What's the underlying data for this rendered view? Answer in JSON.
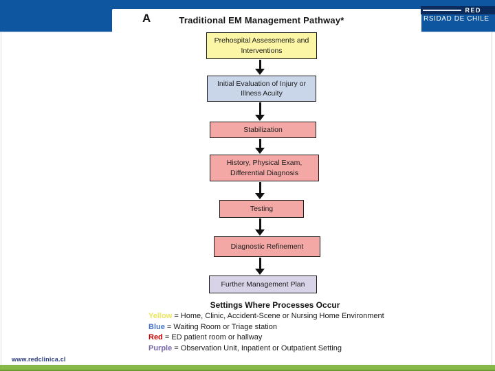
{
  "slide": {
    "label": "A",
    "title": "Traditional EM Management Pathway*"
  },
  "logo": {
    "brand": "RED",
    "subtitle": "RSIDAD DE CHILE"
  },
  "flow": {
    "boxes": [
      {
        "label": "Prehospital Assessments and Interventions",
        "fill": "#FBF6A6"
      },
      {
        "label": "Initial Evaluation of Injury or Illness Acuity",
        "fill": "#C9D6EA"
      },
      {
        "label": "Stabilization",
        "fill": "#F3A8A5"
      },
      {
        "label": "History, Physical Exam, Differential Diagnosis",
        "fill": "#F3A8A5"
      },
      {
        "label": "Testing",
        "fill": "#F3A8A5"
      },
      {
        "label": "Diagnostic Refinement",
        "fill": "#F3A8A5"
      },
      {
        "label": "Further Management Plan",
        "fill": "#D8D3E6"
      }
    ]
  },
  "legend": {
    "heading": "Settings Where Processes Occur",
    "items": [
      {
        "term": "Yellow",
        "color": "#EDE65A",
        "text": "= Home, Clinic, Accident-Scene or Nursing Home Environment"
      },
      {
        "term": "Blue",
        "color": "#4472C4",
        "text": "= Waiting Room or Triage station"
      },
      {
        "term": "Red",
        "color": "#C00000",
        "text": "= ED patient room or hallway"
      },
      {
        "term": "Purple",
        "color": "#7666A6",
        "text": "= Observation Unit, Inpatient or Outpatient Setting"
      }
    ]
  },
  "footer": {
    "url": "www.redclinica.cl"
  },
  "colors": {
    "band_blue": "#0E56A0",
    "logo_navy": "#0A2B5C",
    "bottom_green": "#86B847"
  }
}
